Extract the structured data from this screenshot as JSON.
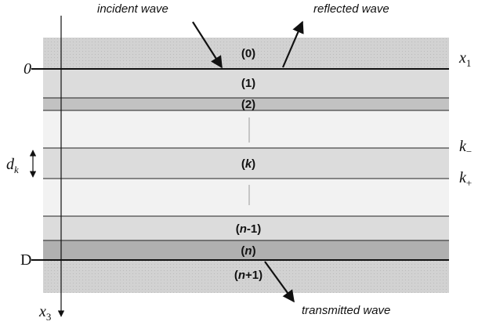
{
  "annotations": {
    "incident": "incident wave",
    "reflected": "reflected wave",
    "transmitted": "transmitted wave"
  },
  "layers": {
    "l0": "(0)",
    "l1": "(1)",
    "l2": "(2)",
    "lk": {
      "open": "(",
      "var": "k",
      "close": ")"
    },
    "ln1": {
      "open": "(",
      "var": "n",
      "close": "-1)"
    },
    "ln": {
      "open": "(",
      "var": "n",
      "close": ")"
    },
    "lnp1": {
      "open": "(",
      "var": "n",
      "close": "+1)"
    }
  },
  "left_labels": {
    "origin": "0",
    "depth": "D",
    "thickness_var": "d",
    "thickness_sub": "k"
  },
  "axes": {
    "x1_var": "x",
    "x1_sub": "1",
    "x3_var": "x",
    "x3_sub": "3"
  },
  "interfaces": {
    "k_minus_var": "k",
    "k_minus_sub": "−",
    "k_plus_var": "k",
    "k_plus_sub": "+"
  },
  "colors": {
    "halfspace": "#d2d2d2",
    "halfspace_dot": "#bbbbbb",
    "light_layer": "#dcdcdc",
    "mid_layer": "#c2c2c2",
    "dark_layer": "#b0b0b0",
    "pale_layer": "#f2f2f2",
    "line": "#111111"
  }
}
